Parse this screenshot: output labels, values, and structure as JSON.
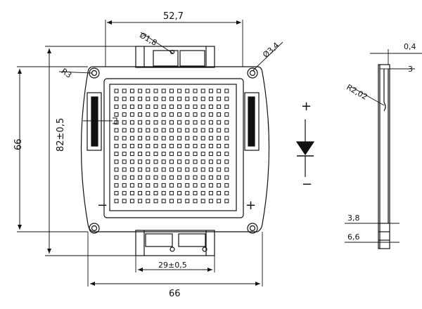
{
  "dimensions": {
    "top_width": "52,7",
    "hole_small": "Ø1,8",
    "hole_large": "Ø3,4",
    "radius_corner": "R3",
    "height_outer": "66",
    "height_overall": "82±0,5",
    "bottom_inner": "29±0,5",
    "bottom_width": "66",
    "thickness_top": "0,4",
    "thickness_plate": "3",
    "side_radius": "R2,02",
    "side_lower": "3,8",
    "side_total": "6,6"
  },
  "polarity": {
    "anode": "+",
    "cathode": "−",
    "pad_minus": "−",
    "pad_plus": "+"
  },
  "led_array": {
    "rows": 15,
    "cols": 15
  }
}
